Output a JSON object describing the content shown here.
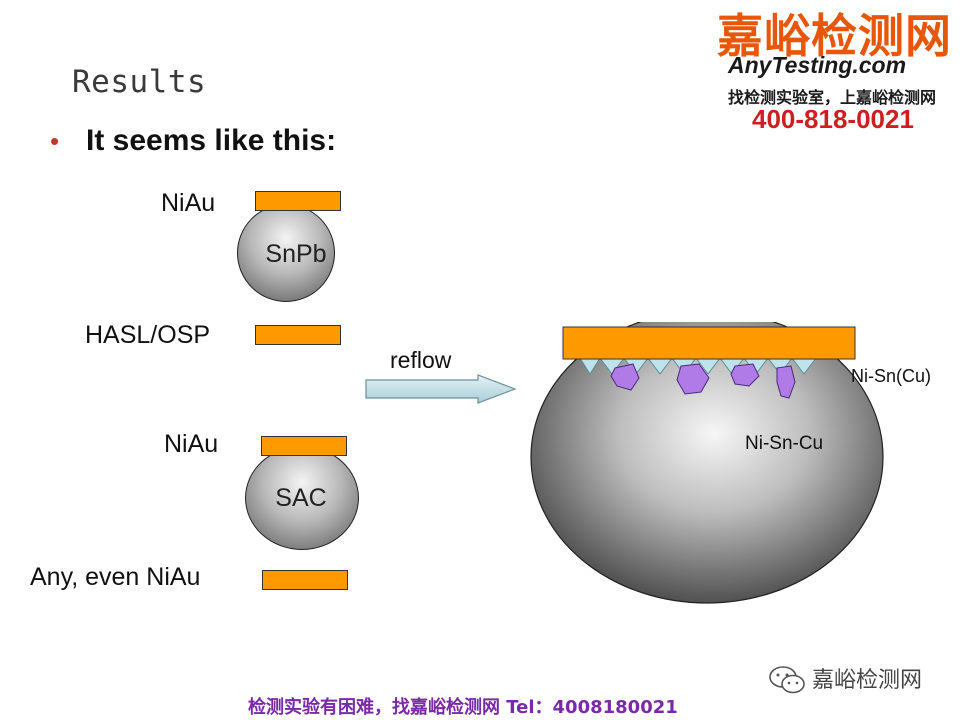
{
  "slide": {
    "title": "Results",
    "bullet": "It seems like this:"
  },
  "left": {
    "top_pad_label": "NiAu",
    "top_ball_label": "SnPb",
    "top_board_label": "HASL/OSP",
    "bottom_pad_label": "NiAu",
    "bottom_ball_label": "SAC",
    "bottom_board_label": "Any, even NiAu"
  },
  "arrow": {
    "label": "reflow"
  },
  "right": {
    "imc_label": "Ni-Sn(Cu)",
    "bulk_label": "Ni-Sn-Cu"
  },
  "logo": {
    "name_cn": "嘉峪检测网",
    "name_en": "AnyTesting.com",
    "tagline": "找检测实验室，上嘉峪检测网",
    "phone": "400-818-0021"
  },
  "footer": {
    "text": "检测实验有困难，找嘉峪检测网  Tel：4008180021"
  },
  "watermark": {
    "text": "嘉峪检测网"
  },
  "colors": {
    "pad": "#ff9900",
    "imc": "#b07be6",
    "imc_cap": "#bfe3ec",
    "accent": "#e8560a"
  }
}
